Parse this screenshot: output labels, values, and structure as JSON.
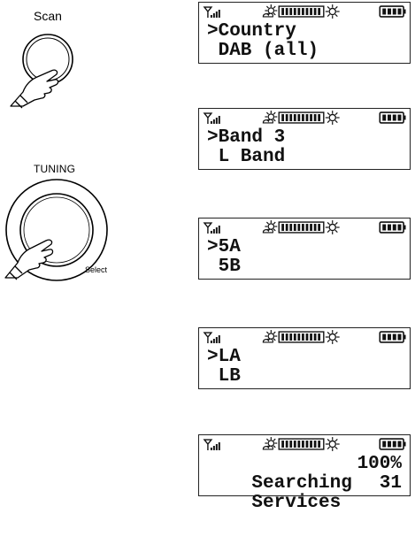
{
  "controls": {
    "scan_label": "Scan",
    "tuning_label": "TUNING",
    "select_label": "Select"
  },
  "icons": {
    "signal": "signal-strength-icon",
    "weather": "sun-cloud-icon",
    "level": "level-bar-icon",
    "sun": "sun-icon",
    "battery": "battery-icon"
  },
  "screens": [
    {
      "line1": ">Country",
      "line2": " DAB (all)"
    },
    {
      "line1": ">Band 3",
      "line2": " L Band"
    },
    {
      "line1": ">5A",
      "line2": " 5B"
    },
    {
      "line1": ">LA",
      "line2": " LB"
    },
    {
      "line1": "Searching",
      "line1_value": "100%",
      "line2": "Services",
      "line2_value": "31"
    }
  ]
}
